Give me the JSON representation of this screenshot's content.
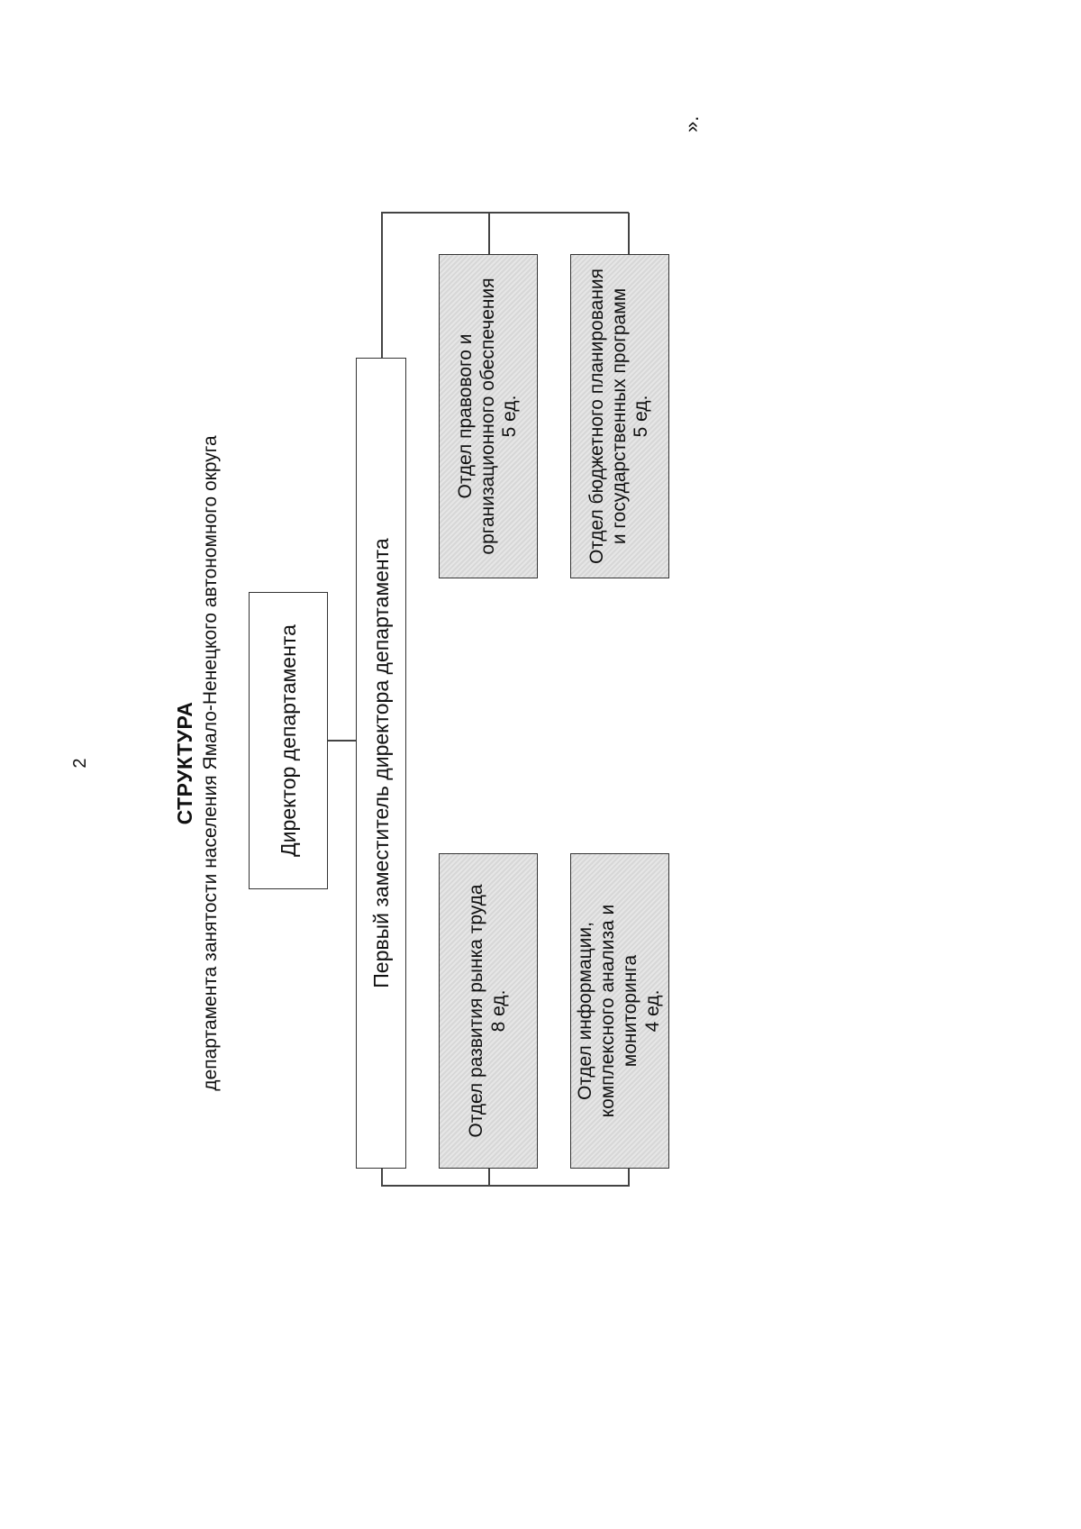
{
  "page": {
    "number": "2",
    "title": "СТРУКТУРА",
    "subtitle": "департамента занятости населения Ямало-Ненецкого автономного округа",
    "closing_mark": "».",
    "colors": {
      "box_fill": "#dedede",
      "line": "#444444"
    }
  },
  "org": {
    "director": "Директор департамента",
    "deputy": "Первый заместитель директора департамента",
    "departments": [
      {
        "name": "Отдел развития рынка труда",
        "staff": "8 ед."
      },
      {
        "name": "Отдел информации, комплексного анализа и мониторинга",
        "staff": "4 ед."
      },
      {
        "name": "Отдел правового и организационного обеспечения",
        "staff": "5 ед."
      },
      {
        "name": "Отдел бюджетного планирования и государственных программ",
        "staff": "5 ед."
      }
    ]
  }
}
